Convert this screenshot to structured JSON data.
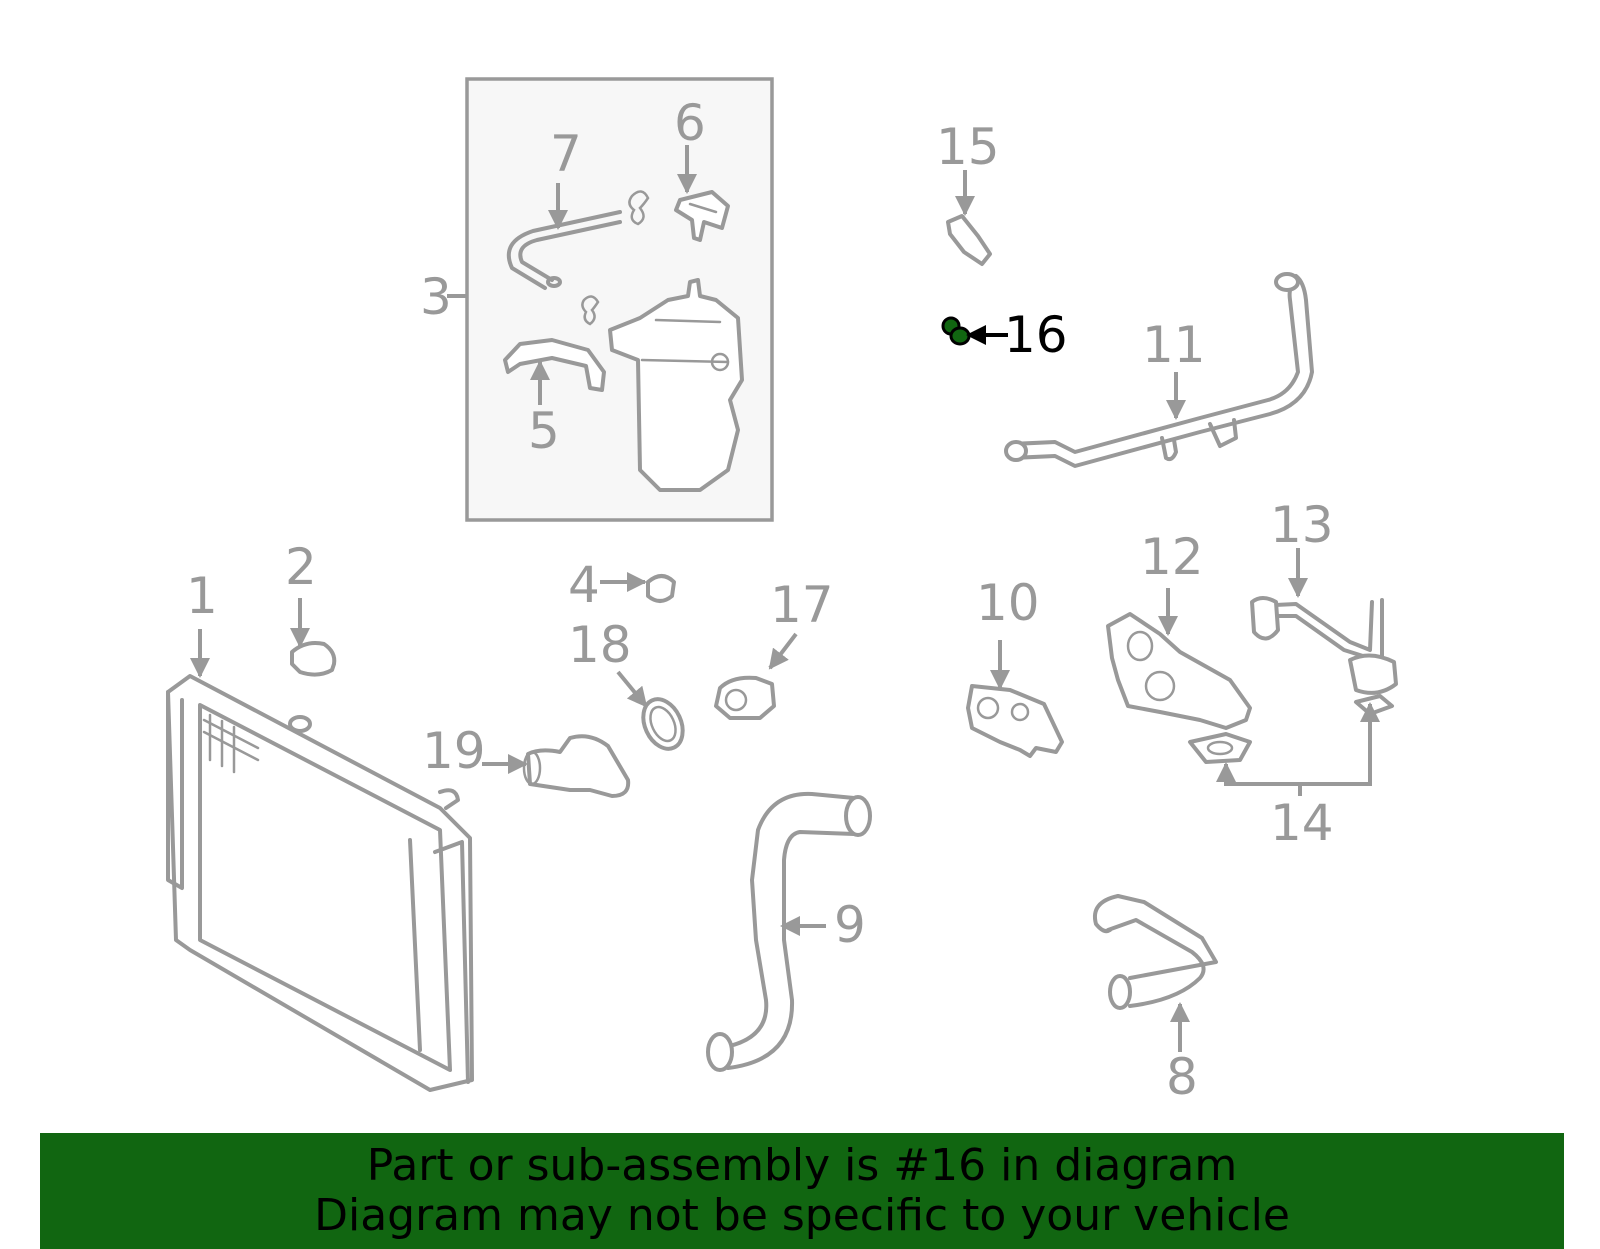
{
  "labels": {
    "p1": "1",
    "p2": "2",
    "p3": "3",
    "p4": "4",
    "p5": "5",
    "p6": "6",
    "p7": "7",
    "p8": "8",
    "p9": "9",
    "p10": "10",
    "p11": "11",
    "p12": "12",
    "p13": "13",
    "p14": "14",
    "p15": "15",
    "p16": "16",
    "p17": "17",
    "p18": "18",
    "p19": "19"
  },
  "highlight_part": "16",
  "colors": {
    "line": "#999999",
    "highlight_part": "#116611",
    "banner_bg": "#116611",
    "inset_bg": "#f7f7f7"
  },
  "banner": {
    "line1": "Part or sub-assembly is #16 in diagram",
    "line2": "Diagram may not be specific to your vehicle"
  }
}
